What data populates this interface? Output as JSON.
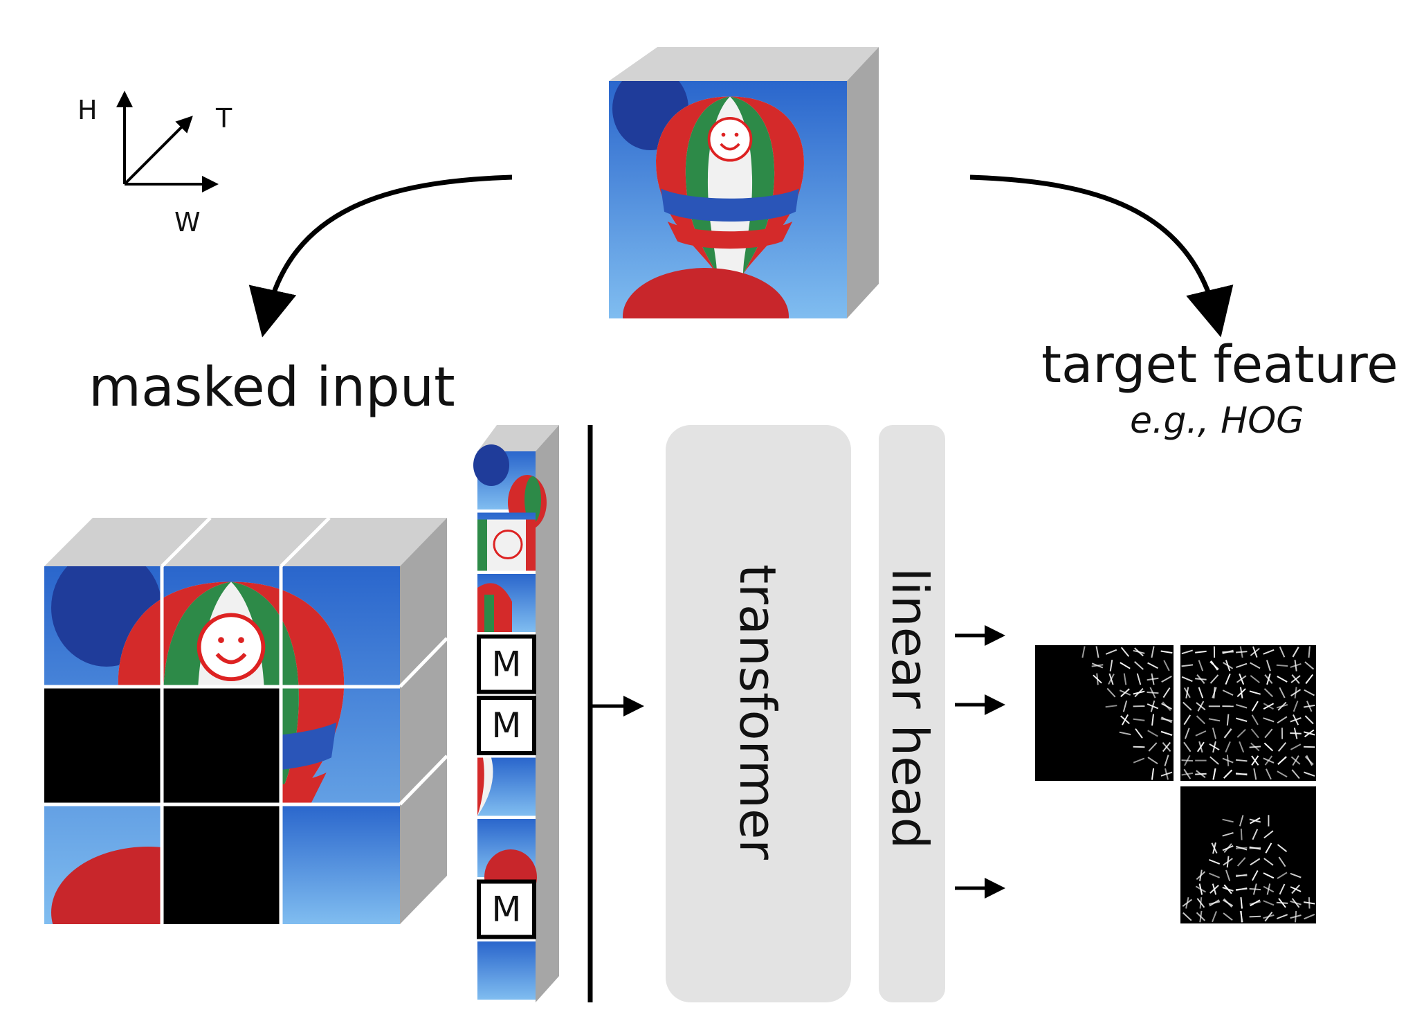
{
  "axes": {
    "h": "H",
    "t": "T",
    "w": "W"
  },
  "labels": {
    "masked_input": "masked input",
    "target_feature": "target feature",
    "target_example": "e.g., HOG",
    "transformer": "transformer",
    "linear_head": "linear head"
  },
  "tokens": [
    {
      "content": "balloon-corner"
    },
    {
      "content": "balloon-face"
    },
    {
      "content": "balloon-side"
    },
    {
      "content": "mask",
      "label": "M"
    },
    {
      "content": "mask",
      "label": "M"
    },
    {
      "content": "balloon-right"
    },
    {
      "content": "balloon-bottom"
    },
    {
      "content": "mask",
      "label": "M"
    },
    {
      "content": "sky"
    }
  ],
  "grid": [
    [
      "image",
      "image",
      "image"
    ],
    [
      "mask",
      "mask",
      "image"
    ],
    [
      "image",
      "mask",
      "image"
    ]
  ],
  "colors": {
    "sky_top": "#2f6fd0",
    "sky_bottom": "#7fb8ee",
    "cube_side": "#a8a8a8",
    "cube_top": "#d6d6d6",
    "block_fill": "#e3e3e3",
    "mask": "#000000",
    "balloon_red": "#d22a2a",
    "balloon_green": "#2e8b4a",
    "balloon_white": "#f3f3f3"
  }
}
